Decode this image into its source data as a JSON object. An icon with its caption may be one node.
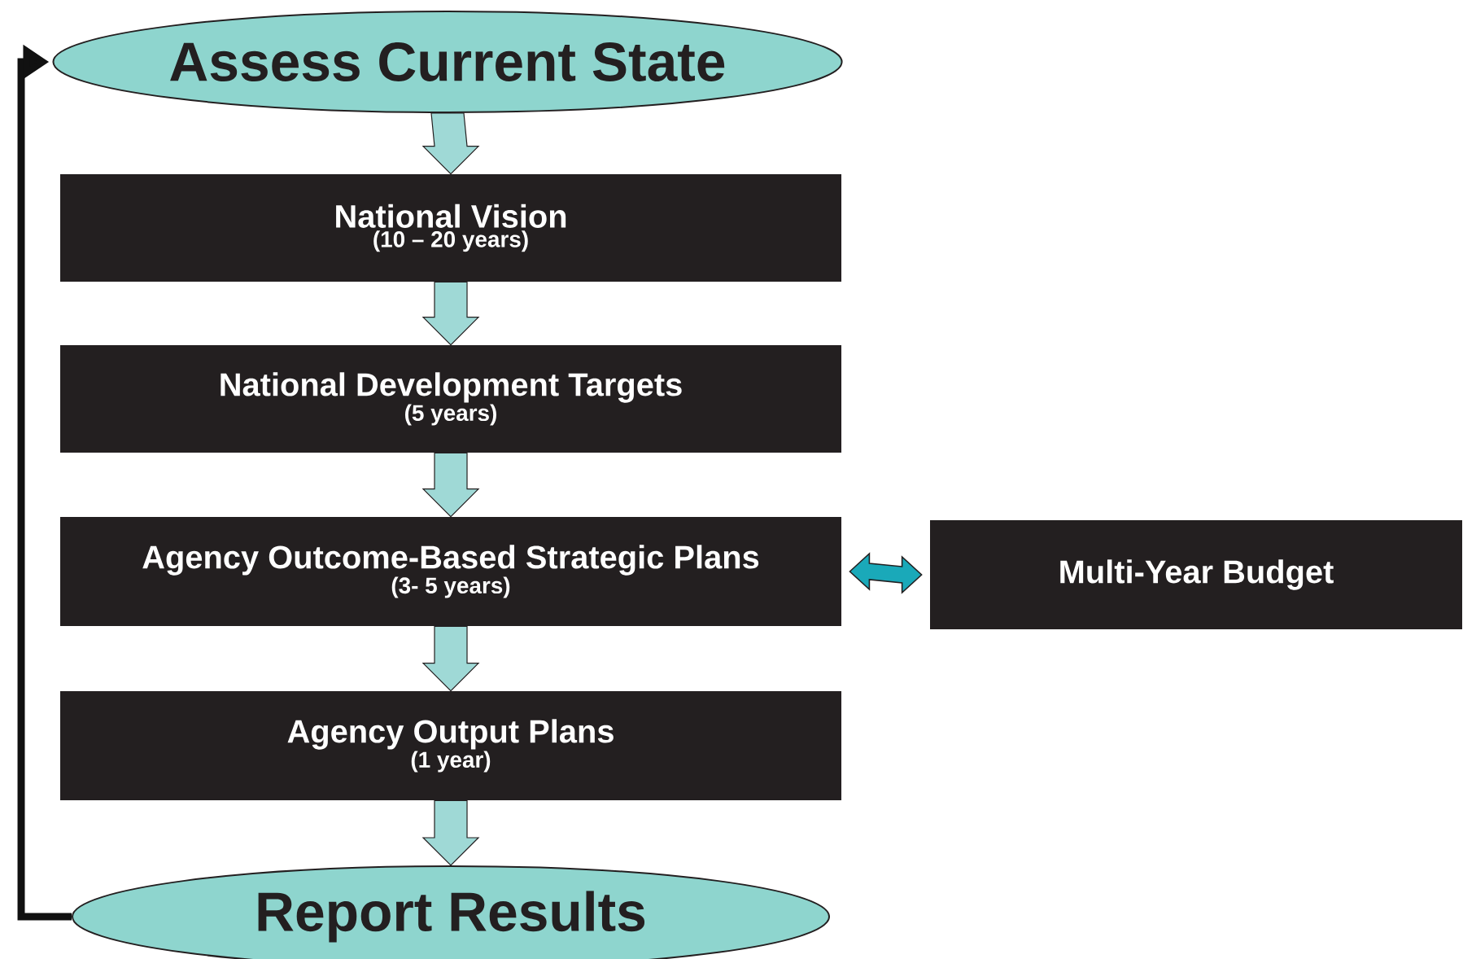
{
  "diagram": {
    "nodes": [
      {
        "text": [
          "Assess Current State"
        ]
      },
      {
        "text": [
          "National Vision",
          "(10 – 20 years)"
        ]
      },
      {
        "text": [
          "National Development Targets",
          "(5 years)"
        ]
      },
      {
        "text": [
          "Agency Outcome-Based Strategic Plans",
          "(3- 5 years)"
        ]
      },
      {
        "text": [
          "Multi-Year Budget"
        ]
      },
      {
        "text": [
          "Agency Output Plans",
          "(1 year)"
        ]
      },
      {
        "text": [
          "Report Results"
        ]
      }
    ],
    "edges": [
      {
        "from": 0,
        "to": 1,
        "arrow": "to"
      },
      {
        "from": 1,
        "to": 2,
        "arrow": "to"
      },
      {
        "from": 2,
        "to": 3,
        "arrow": "to"
      },
      {
        "from": 3,
        "to": 4,
        "arrow": "both",
        "color": "#1aa9b9"
      },
      {
        "from": 3,
        "to": 5,
        "arrow": "to"
      },
      {
        "from": 5,
        "to": 6,
        "arrow": "to"
      },
      {
        "from": 6,
        "to": 0,
        "arrow": "to",
        "color": "#111111"
      }
    ]
  }
}
